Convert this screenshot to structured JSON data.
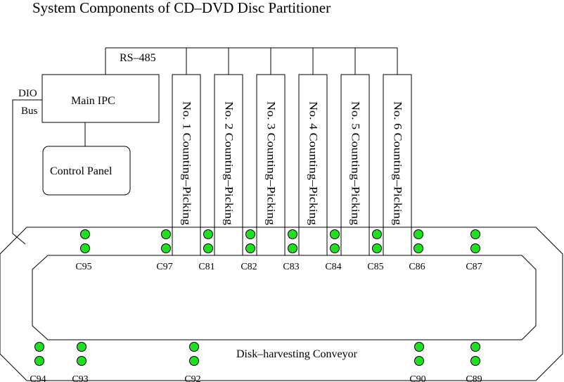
{
  "title": "System Components of CD–DVD Disc Partitioner",
  "bus_label": "RS–485",
  "dio_label": "DIO",
  "bus_side_label": "Bus",
  "main_ipc_label": "Main IPC",
  "control_panel_label": "Control Panel",
  "conveyor_label": "Disk–harvesting Conveyor",
  "picking_units": [
    {
      "label": "No. 1 Counting–Picking"
    },
    {
      "label": "No. 2 Counting–Picking"
    },
    {
      "label": "No. 3 Counting–Picking"
    },
    {
      "label": "No. 4 Counting–Picking"
    },
    {
      "label": "No. 5 Counting–Picking"
    },
    {
      "label": "No. 6 Counting–Picking"
    }
  ],
  "sensors": [
    {
      "label": "C95"
    },
    {
      "label": "C97"
    },
    {
      "label": "C81"
    },
    {
      "label": "C82"
    },
    {
      "label": "C83"
    },
    {
      "label": "C84"
    },
    {
      "label": "C85"
    },
    {
      "label": "C86"
    },
    {
      "label": "C87"
    },
    {
      "label": "C94"
    },
    {
      "label": "C93"
    },
    {
      "label": "C92"
    },
    {
      "label": "C90"
    },
    {
      "label": "C89"
    }
  ],
  "colors": {
    "sensor_fill": "#22dd22",
    "line": "#000000",
    "background": "#ffffff"
  }
}
